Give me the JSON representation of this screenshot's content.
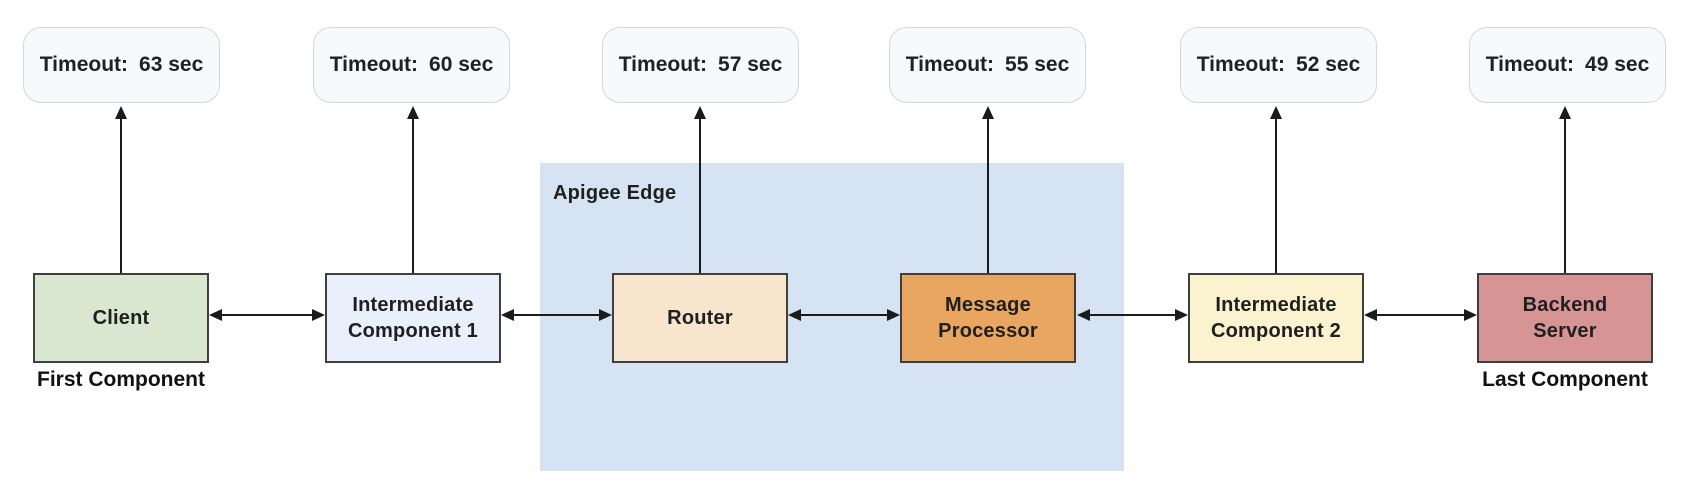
{
  "apigee": {
    "label": "Apigee Edge",
    "bg": "#d6e3f3"
  },
  "columns": [
    {
      "id": "client",
      "timeout_label": "Timeout:",
      "timeout_value": "63 sec",
      "name": "Client",
      "caption": "First Component",
      "fill": "#d9e7d0"
    },
    {
      "id": "intermediate-component-1",
      "timeout_label": "Timeout:",
      "timeout_value": "60 sec",
      "name": "Intermediate\nComponent 1",
      "fill": "#e9f0fb"
    },
    {
      "id": "router",
      "timeout_label": "Timeout:",
      "timeout_value": "57 sec",
      "name": "Router",
      "fill": "#f8e5cd"
    },
    {
      "id": "message-processor",
      "timeout_label": "Timeout:",
      "timeout_value": "55 sec",
      "name": "Message\nProcessor",
      "fill": "#e9a661"
    },
    {
      "id": "intermediate-component-2",
      "timeout_label": "Timeout:",
      "timeout_value": "52 sec",
      "name": "Intermediate\nComponent 2",
      "fill": "#fbf2d0"
    },
    {
      "id": "backend-server",
      "timeout_label": "Timeout:",
      "timeout_value": "49 sec",
      "name": "Backend\nServer",
      "caption": "Last Component",
      "fill": "#d69495"
    }
  ],
  "timeout_box": {
    "bg": "#f7f9fa",
    "border": "#d4d8dd"
  },
  "colors": {
    "component_border": "#3f3f3f",
    "arrow": "#1b1b1b",
    "text": "#1f1f1f"
  }
}
